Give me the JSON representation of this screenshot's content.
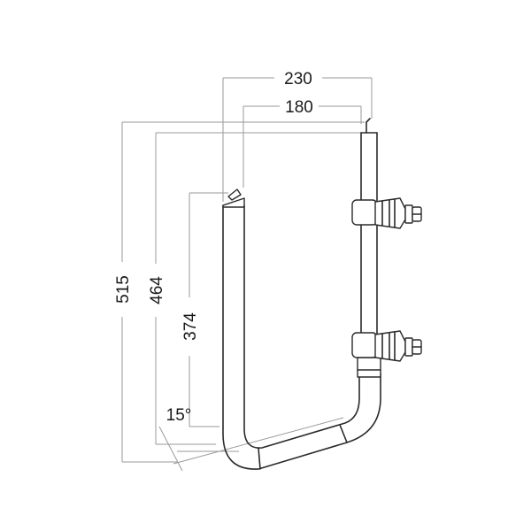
{
  "dimensions": {
    "width_overall": "230",
    "width_inner": "180",
    "height_overall": "515",
    "height_mid": "464",
    "height_left": "374",
    "angle": "15°"
  }
}
